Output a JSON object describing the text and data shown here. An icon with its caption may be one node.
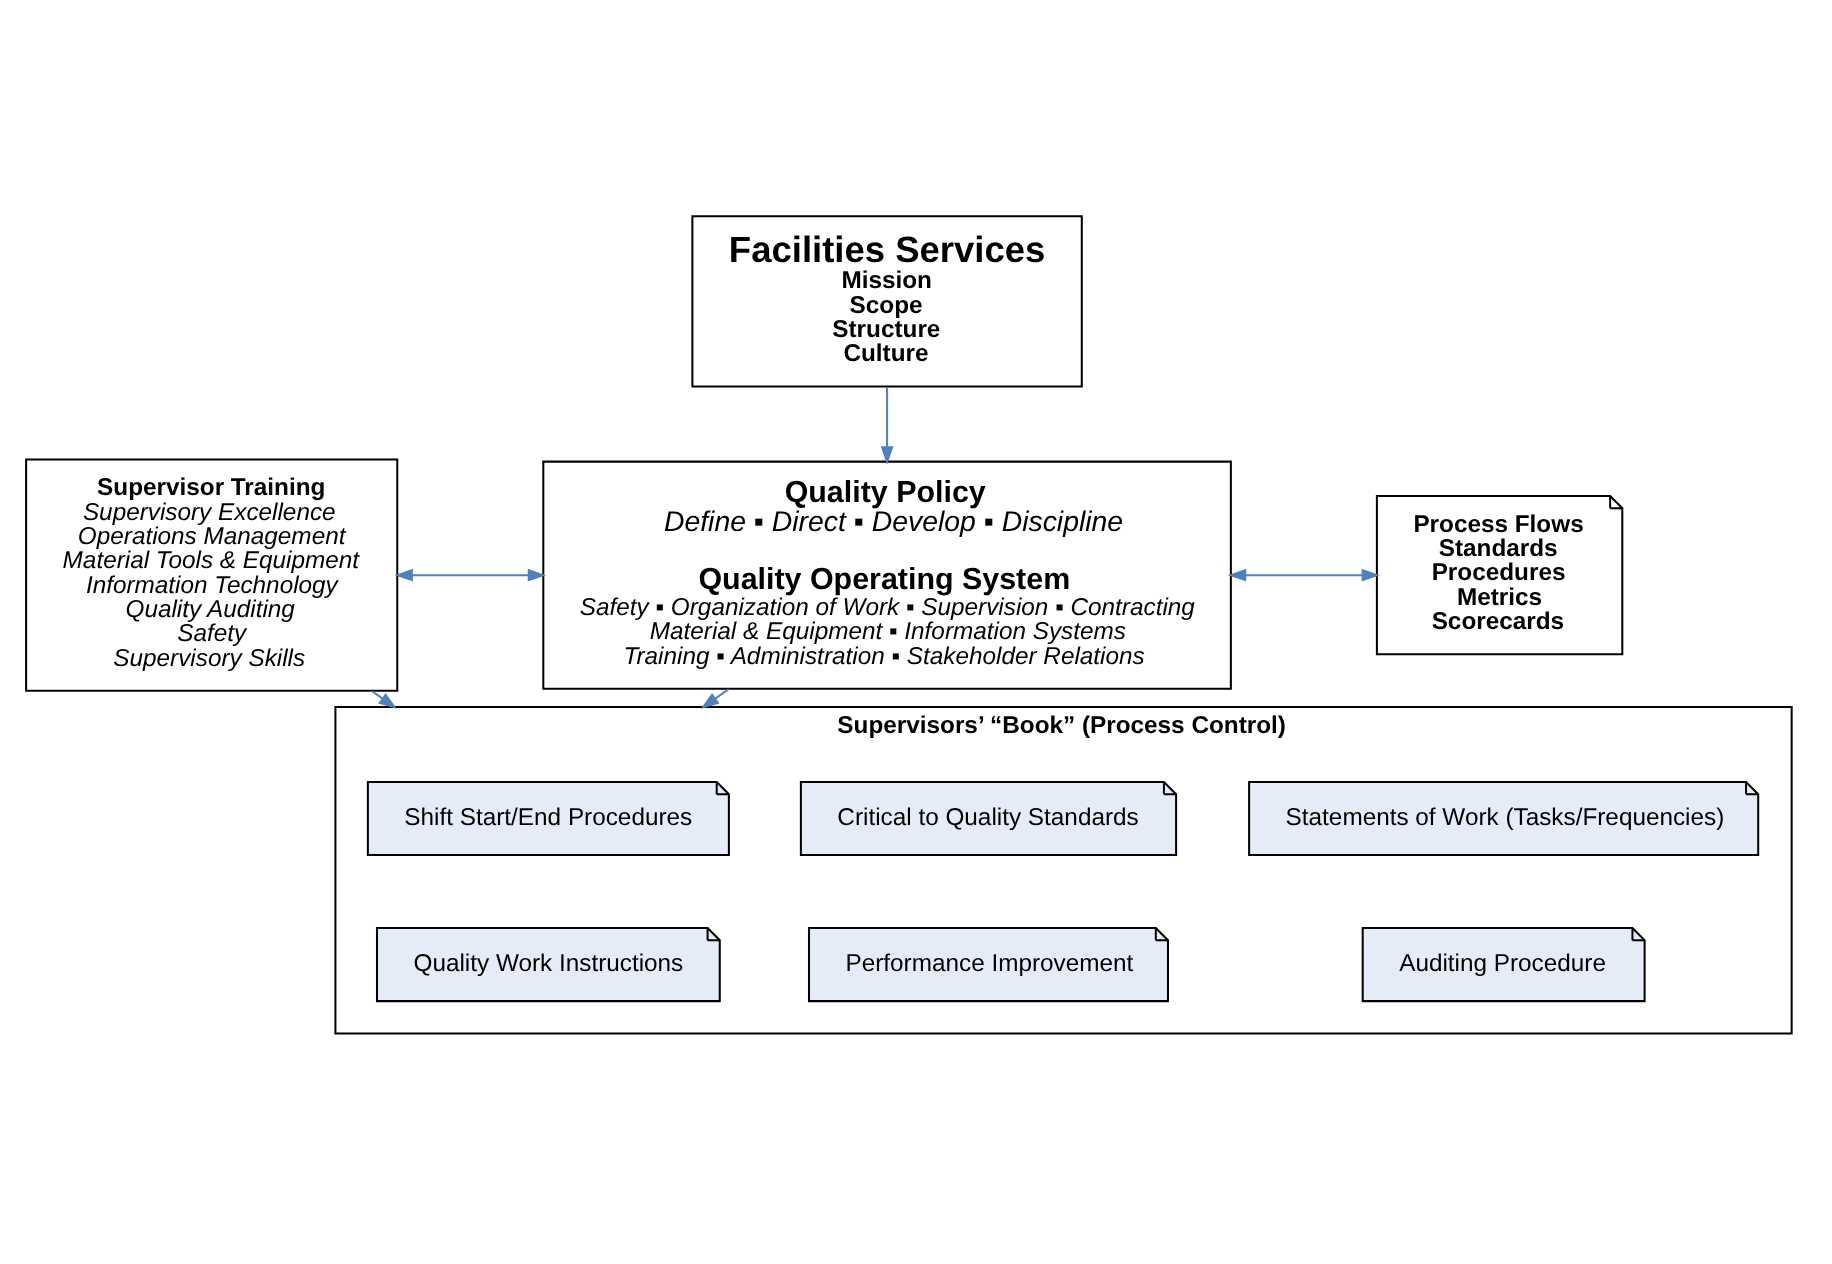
{
  "diagram": {
    "nodes": [
      {
        "text": [
          "Facilities Services",
          "Mission",
          "Scope",
          "Structure",
          "Culture"
        ]
      },
      {
        "text": [
          "Supervisor Training",
          "Supervisory Excellence",
          "Operations Management",
          "Material Tools & Equipment",
          "Information Technology",
          "Quality Auditing",
          "Safety",
          "Supervisory Skills"
        ]
      },
      {
        "text": [
          "Quality Policy",
          "Define ▪ Direct ▪ Develop ▪ Discipline",
          "Quality Operating System",
          "Safety ▪ Organization of Work ▪ Supervision ▪ Contracting",
          "Material & Equipment ▪ Information Systems",
          "Training ▪ Administration ▪ Stakeholder Relations"
        ]
      },
      {
        "text": [
          "Process Flows",
          "Standards",
          "Procedures",
          "Metrics",
          "Scorecards"
        ]
      },
      {
        "text": [
          "Supervisors’ “Book” (Process Control)"
        ]
      },
      {
        "text": [
          "Statements of Work (Tasks/Frequencies)"
        ],
        "in": 4
      },
      {
        "text": [
          "Critical to Quality Standards"
        ],
        "in": 4
      },
      {
        "text": [
          "Shift Start/End Procedures"
        ],
        "in": 4
      },
      {
        "text": [
          "Auditing Procedure"
        ],
        "in": 4
      },
      {
        "text": [
          "Performance Improvement"
        ],
        "in": 4
      },
      {
        "text": [
          "Quality Work Instructions"
        ],
        "in": 4
      }
    ],
    "edges": [
      {
        "from": 0,
        "to": 2,
        "arrow": "to"
      },
      {
        "from": 1,
        "to": 2,
        "arrow": "both"
      },
      {
        "from": 2,
        "to": 3,
        "arrow": "both"
      },
      {
        "from": 2,
        "to": 4,
        "arrow": "to"
      },
      {
        "from": 1,
        "to": 4,
        "arrow": "to"
      }
    ]
  }
}
